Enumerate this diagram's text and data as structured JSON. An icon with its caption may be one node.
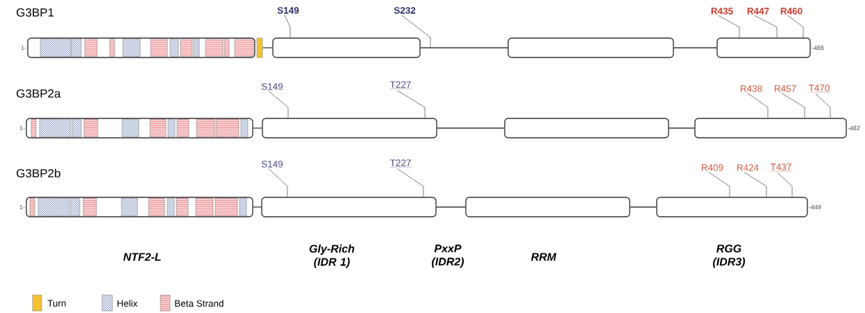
{
  "diagram": {
    "nodes": [
      {
        "text": [],
        "shape": "box",
        "beside": [
          "1-"
        ]
      },
      {
        "text": [],
        "shape": "bar"
      },
      {
        "text": [],
        "shape": "box"
      },
      {
        "text": [],
        "shape": "box"
      },
      {
        "text": [],
        "shape": "box",
        "beside": [
          "-466"
        ]
      },
      {
        "text": [
          "S149"
        ]
      },
      {
        "text": [
          "S232"
        ]
      },
      {
        "text": [
          "R435"
        ]
      },
      {
        "text": [
          "R447"
        ]
      },
      {
        "text": [
          "R460"
        ]
      },
      {
        "text": [],
        "shape": "box",
        "beside": [
          "1-"
        ]
      },
      {
        "text": [],
        "shape": "box"
      },
      {
        "text": [],
        "shape": "box"
      },
      {
        "text": [],
        "shape": "box",
        "beside": [
          "-482"
        ]
      },
      {
        "text": [
          "S149"
        ]
      },
      {
        "text": [
          "T227"
        ]
      },
      {
        "text": [
          "R438"
        ]
      },
      {
        "text": [
          "R457"
        ]
      },
      {
        "text": [
          "T470"
        ]
      },
      {
        "text": [],
        "shape": "box",
        "beside": [
          "1-"
        ]
      },
      {
        "text": [],
        "shape": "box"
      },
      {
        "text": [],
        "shape": "box"
      },
      {
        "text": [],
        "shape": "box",
        "beside": [
          "-449"
        ]
      },
      {
        "text": [
          "S149"
        ]
      },
      {
        "text": [
          "T227"
        ]
      },
      {
        "text": [
          "R409"
        ]
      },
      {
        "text": [
          "R424"
        ]
      },
      {
        "text": [
          "T437"
        ]
      }
    ],
    "edges": [
      {
        "from": 1,
        "to": 2,
        "arrow": "none"
      },
      {
        "from": 2,
        "to": 3,
        "arrow": "none"
      },
      {
        "from": 3,
        "to": 4,
        "arrow": "none"
      },
      {
        "from": 5,
        "to": 2,
        "arrow": "none"
      },
      {
        "from": 6,
        "to": null,
        "arrow": "none"
      },
      {
        "from": 7,
        "to": 4,
        "arrow": "none"
      },
      {
        "from": 8,
        "to": 4,
        "arrow": "none"
      },
      {
        "from": 9,
        "to": 4,
        "arrow": "none"
      },
      {
        "from": 10,
        "to": 11,
        "arrow": "none"
      },
      {
        "from": 11,
        "to": 12,
        "arrow": "none"
      },
      {
        "from": 12,
        "to": 13,
        "arrow": "none"
      },
      {
        "from": 14,
        "to": 11,
        "arrow": "none"
      },
      {
        "from": 15,
        "to": 11,
        "arrow": "none"
      },
      {
        "from": 16,
        "to": 13,
        "arrow": "none"
      },
      {
        "from": 17,
        "to": 13,
        "arrow": "none"
      },
      {
        "from": 18,
        "to": 13,
        "arrow": "none"
      },
      {
        "from": 19,
        "to": 20,
        "arrow": "none"
      },
      {
        "from": 20,
        "to": 21,
        "arrow": "none"
      },
      {
        "from": 21,
        "to": 22,
        "arrow": "none"
      },
      {
        "from": 23,
        "to": 20,
        "arrow": "none"
      },
      {
        "from": 24,
        "to": 20,
        "arrow": "none"
      },
      {
        "from": 25,
        "to": 22,
        "arrow": "none"
      },
      {
        "from": 26,
        "to": 22,
        "arrow": "none"
      },
      {
        "from": 27,
        "to": 22,
        "arrow": "none"
      }
    ],
    "labels": [
      "G3BP1",
      "G3BP2a",
      "G3BP2b",
      "NTF2-L",
      "Gly-Rich (IDR 1)",
      "PxxP (IDR2)",
      "RRM",
      "RGG (IDR3)"
    ],
    "legend": [
      {
        "text": "Turn",
        "color": "#f5c232"
      },
      {
        "text": "Helix"
      },
      {
        "text": "Beta Strand"
      }
    ]
  }
}
